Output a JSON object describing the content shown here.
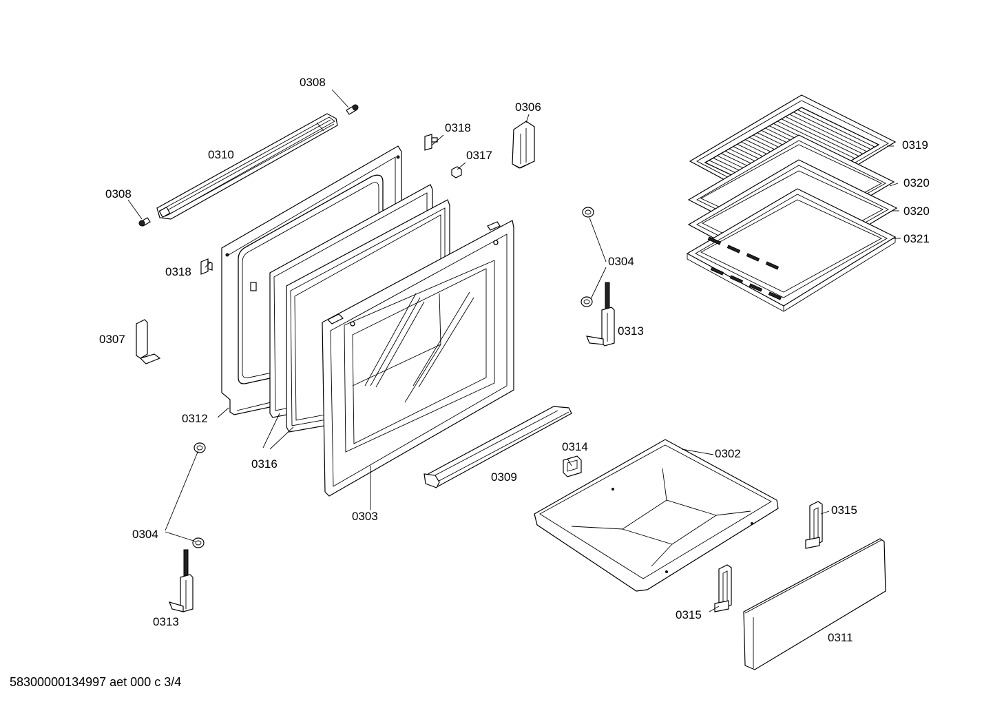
{
  "callouts": [
    {
      "id": "c0308a",
      "text": "0308"
    },
    {
      "id": "c0310",
      "text": "0310"
    },
    {
      "id": "c0308b",
      "text": "0308"
    },
    {
      "id": "c0318a",
      "text": "0318"
    },
    {
      "id": "c0317",
      "text": "0317"
    },
    {
      "id": "c0306",
      "text": "0306"
    },
    {
      "id": "c0318b",
      "text": "0318"
    },
    {
      "id": "c0307",
      "text": "0307"
    },
    {
      "id": "c0312",
      "text": "0312"
    },
    {
      "id": "c0316",
      "text": "0316"
    },
    {
      "id": "c0303",
      "text": "0303"
    },
    {
      "id": "c0304a",
      "text": "0304"
    },
    {
      "id": "c0313a",
      "text": "0313"
    },
    {
      "id": "c0304b",
      "text": "0304"
    },
    {
      "id": "c0313b",
      "text": "0313"
    },
    {
      "id": "c0309",
      "text": "0309"
    },
    {
      "id": "c0314",
      "text": "0314"
    },
    {
      "id": "c0302",
      "text": "0302"
    },
    {
      "id": "c0315a",
      "text": "0315"
    },
    {
      "id": "c0315b",
      "text": "0315"
    },
    {
      "id": "c0311",
      "text": "0311"
    },
    {
      "id": "c0319",
      "text": "0319"
    },
    {
      "id": "c0320a",
      "text": "0320"
    },
    {
      "id": "c0320b",
      "text": "0320"
    },
    {
      "id": "c0321",
      "text": "0321"
    }
  ],
  "footer": {
    "text": "58300000134997 aet 000 c 3/4"
  }
}
